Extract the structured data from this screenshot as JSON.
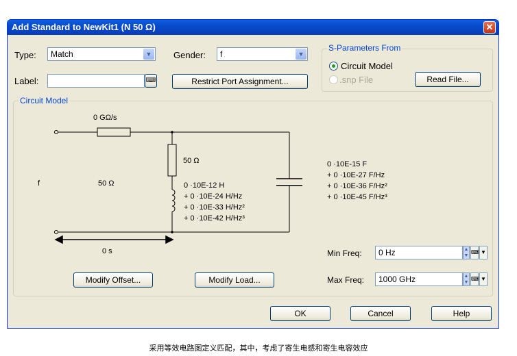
{
  "window": {
    "title": "Add Standard to NewKit1 (N 50 Ω)",
    "close_glyph": "✕"
  },
  "form": {
    "type_label": "Type:",
    "type_value": "Match",
    "gender_label": "Gender:",
    "gender_value": "f",
    "label_label": "Label:",
    "label_value": "",
    "restrict_button": "Restrict Port Assignment..."
  },
  "sparams": {
    "title": "S-Parameters From",
    "circuit_model": "Circuit Model",
    "snp_file": ".snp File",
    "read_file": "Read File..."
  },
  "circuit": {
    "title": "Circuit Model",
    "loss": "0 GΩ/s",
    "port": "f",
    "z0": "50 Ω",
    "resistor": "50 Ω",
    "l_lines": [
      "0 ·10E-12 H",
      "+ 0 ·10E-24 H/Hz",
      "+ 0 ·10E-33 H/Hz²",
      "+ 0 ·10E-42 H/Hz³"
    ],
    "c_lines": [
      "0 ·10E-15 F",
      "+ 0 ·10E-27 F/Hz",
      "+ 0 ·10E-36 F/Hz²",
      "+ 0 ·10E-45 F/Hz³"
    ],
    "delay": "0 s",
    "modify_offset": "Modify Offset...",
    "modify_load": "Modify Load...",
    "min_freq_label": "Min Freq:",
    "min_freq_value": "0 Hz",
    "max_freq_label": "Max Freq:",
    "max_freq_value": "1000 GHz"
  },
  "footer": {
    "ok": "OK",
    "cancel": "Cancel",
    "help": "Help"
  },
  "caption": "采用等效电路图定义匹配，其中，考虑了寄生电感和寄生电容效应"
}
